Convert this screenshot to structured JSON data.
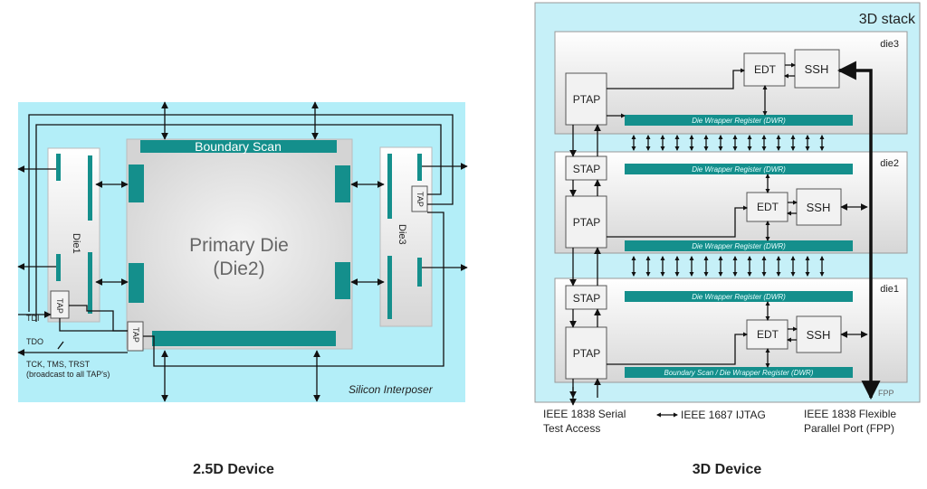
{
  "left": {
    "caption": "2.5D Device",
    "interposer_label": "Silicon Interposer",
    "boundary_scan": "Boundary Scan",
    "primary_die": [
      "Primary Die",
      "(Die2)"
    ],
    "die1": "Die1",
    "die3": "Die3",
    "tap": "TAP",
    "tdi": "TDI",
    "tdo": "TDO",
    "broadcast": [
      "TCK, TMS, TRST",
      "(broadcast to all TAP's)"
    ]
  },
  "right": {
    "caption": "3D Device",
    "stack_label": "3D stack",
    "dies": [
      {
        "name": "die3",
        "controllers": [
          "PTAP"
        ],
        "dwr": [
          "Die Wrapper Register (DWR)"
        ]
      },
      {
        "name": "die2",
        "controllers": [
          "STAP",
          "PTAP"
        ],
        "dwr": [
          "Die Wrapper Register (DWR)",
          "Die Wrapper Register (DWR)"
        ]
      },
      {
        "name": "die1",
        "controllers": [
          "STAP",
          "PTAP"
        ],
        "dwr": [
          "Die Wrapper Register (DWR)",
          "Boundary Scan / Die Wrapper Register (DWR)"
        ]
      }
    ],
    "edt": "EDT",
    "ssh": "SSH",
    "fpp_tag": "FPP",
    "legend": {
      "serial": [
        "IEEE 1838 Serial",
        "Test Access"
      ],
      "ijtag": "IEEE 1687 IJTAG",
      "fpp": [
        "IEEE 1838 Flexible",
        "Parallel Port (FPP)"
      ]
    }
  },
  "colors": {
    "interposer": "#b3eef8",
    "teal": "#148f8c",
    "stack_bg": "#c6f0f8"
  }
}
